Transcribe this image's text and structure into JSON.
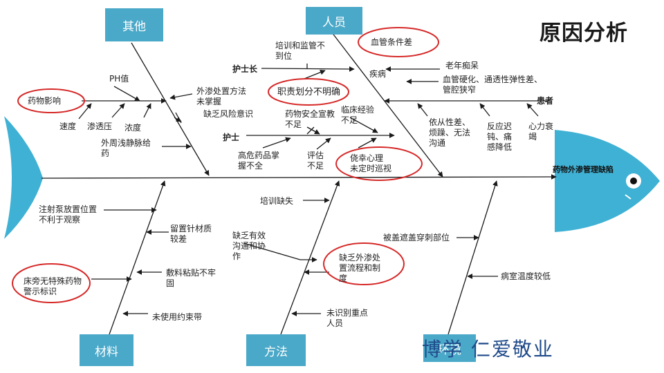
{
  "title": "原因分析",
  "problem": "药物外渗管理缺陷",
  "motto": "博学  仁爱敬业",
  "colors": {
    "box": "#4aa8c8",
    "highlight": "#d62828",
    "fish": "#3fb1d4",
    "line": "#1a1a1a"
  },
  "categories": {
    "other": "其他",
    "people": "人员",
    "material": "材料",
    "method": "方法",
    "environment": "环境"
  },
  "other": {
    "ph": "PH值",
    "drug_effect": "药物影响",
    "speed": "速度",
    "osmotic": "渗透压",
    "concentration": "浓度",
    "handling": "外渗处置方法\n未掌握",
    "risk": "缺乏风险意识",
    "peripheral": "外周浅静脉给\n药"
  },
  "people": {
    "head_nurse": "护士长",
    "training": "培训和监管不\n到位",
    "duty": "职责划分不明确",
    "nurse": "护士",
    "safety_edu": "药物安全宣教\n不足",
    "experience": "临床经验\n不足",
    "high_risk": "高危药品掌\n握不全",
    "assessment": "评估\n不足",
    "luck": "侥幸心理\n未定时巡视",
    "vessel": "血管条件差",
    "disease": "疾病",
    "dementia": "老年痴呆",
    "hardening": "血管硬化、通透性弹性差、\n管腔狭窄",
    "patient": "患者",
    "compliance": "依从性差、\n烦躁、无法\n沟通",
    "slow": "反应迟\n钝、痛\n感降低",
    "heart": "心力衰\n竭"
  },
  "material": {
    "pump": "注射泵放置位置\n不利于观察",
    "needle": "留置针材质\n较差",
    "dressing": "敷料粘贴不牢\n固",
    "warning": "床旁无特殊药物\n警示标识",
    "restraint": "未使用约束带"
  },
  "method": {
    "training": "培训缺失",
    "communication": "缺乏有效\n沟通和协\n作",
    "process": "缺乏外渗处\n置流程和制\n度",
    "identify": "未识别重点\n人员"
  },
  "environment": {
    "covered": "被盖遮盖穿刺部位",
    "temperature": "病室温度较低"
  }
}
